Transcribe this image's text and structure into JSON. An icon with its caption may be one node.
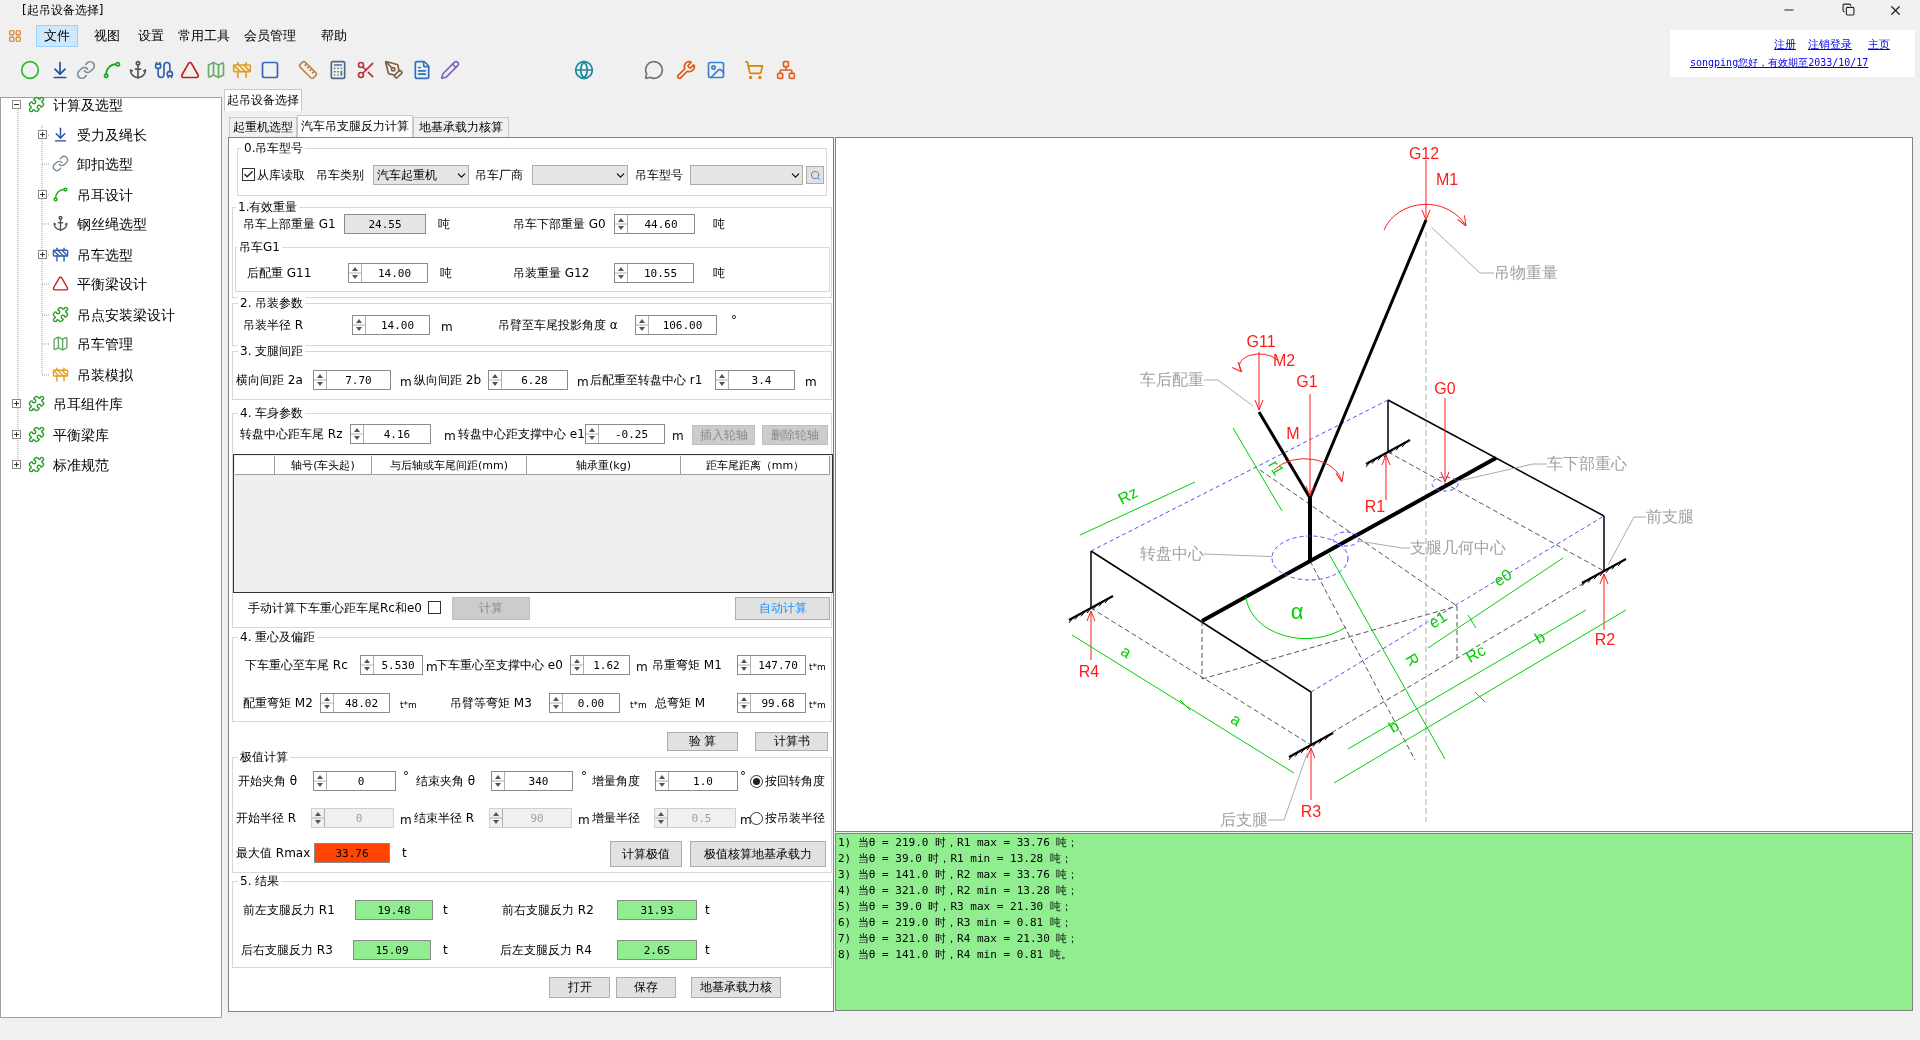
{
  "diagram": {
    "title": "[起吊设备选择]",
    "nodes": [
      {
        "text": [
          "吊物重量"
        ]
      },
      {
        "text": [
          "车后配重"
        ]
      },
      {
        "text": [
          "车下部重心"
        ]
      },
      {
        "text": [
          "前支腿"
        ]
      },
      {
        "text": [
          "支腿几何中心"
        ]
      },
      {
        "text": [
          "转盘中心"
        ]
      },
      {
        "text": [
          "后支腿"
        ]
      },
      {
        "text": [],
        "shape": "ellipse"
      },
      {
        "text": [],
        "shape": "ellipse"
      },
      {
        "text": [],
        "shape": "ellipse"
      }
    ],
    "edges": [
      {
        "from": 0,
        "to": null,
        "arrow": "none"
      },
      {
        "from": 1,
        "to": null,
        "arrow": "none"
      },
      {
        "from": 2,
        "to": 9,
        "arrow": "none"
      },
      {
        "from": 3,
        "to": null,
        "arrow": "none"
      },
      {
        "from": 4,
        "to": 8,
        "arrow": "none"
      },
      {
        "from": 5,
        "to": 7,
        "arrow": "none"
      },
      {
        "from": 6,
        "to": null,
        "arrow": "none"
      }
    ],
    "labels": [
      "文件",
      "视图",
      "设置",
      "常用工具",
      "会员管理",
      "帮助",
      "注册",
      "注销登录",
      "主页",
      "songping您好，有效期至2033/10/17",
      "计算及选型",
      "受力及绳长",
      "卸扣选型",
      "吊耳设计",
      "钢丝绳选型",
      "吊车选型",
      "平衡梁设计",
      "吊点安装梁设计",
      "吊车管理",
      "吊装模拟",
      "吊耳组件库",
      "平衡梁库",
      "标准规范",
      "起吊设备选择",
      "起重机选型",
      "汽车吊支腿反力计算",
      "地基承载力核算",
      "0.吊车型号",
      "从库读取",
      "吊车类别",
      "汽车起重机",
      "吊车厂商",
      "吊车型号",
      "1.有效重量",
      "吊车上部重量 G1",
      "24.55",
      "吨",
      "吊车下部重量 G0",
      "44.60",
      "吨",
      "吊车G1",
      "后配重 G11",
      "14.00",
      "吨",
      "吊装重量 G12",
      "10.55",
      "吨",
      "2. 吊装参数",
      "吊装半径 R",
      "14.00",
      "m",
      "吊臂至车尾投影角度 α",
      "106.00",
      "°",
      "3. 支腿间距",
      "横向间距 2a",
      "7.70",
      "m",
      "纵向间距 2b",
      "6.28",
      "m",
      "后配重至转盘中心 r1",
      "3.4",
      "m",
      "4. 车身参数",
      "转盘中心距车尾 Rz",
      "4.16",
      "m",
      "转盘中心距支撑中心 e1",
      "-0.25",
      "m",
      "插入轮轴",
      "删除轮轴",
      "轴号(车头起)",
      "与后轴或车尾间距(mm)",
      "轴承重(kg)",
      "距车尾距离（mm）",
      "手动计算下车重心距车尾Rc和e0",
      "计算",
      "自动计算",
      "4. 重心及偏距",
      "下车重心至车尾 Rc",
      "5.530",
      "m",
      "下车重心至支撑中心 e0",
      "1.62",
      "m",
      "吊重弯矩 M1",
      "147.70",
      "t*m",
      "配重弯矩 M2",
      "48.02",
      "t*m",
      "吊臂等弯矩 M3",
      "0.00",
      "t*m",
      "总弯矩 M",
      "99.68",
      "t*m",
      "验 算",
      "计算书",
      "极值计算",
      "开始夹角 θ",
      "0",
      "°",
      "结束夹角 θ",
      "340",
      "°",
      "增量角度",
      "1.0",
      "°",
      "按回转角度",
      "开始半径 R",
      "0",
      "m",
      "结束半径 R",
      "90",
      "m",
      "增量半径",
      "0.5",
      "m",
      "按吊装半径",
      "最大值 Rmax",
      "33.76",
      "t",
      "计算极值",
      "极值核算地基承载力",
      "5. 结果",
      "前左支腿反力 R1",
      "19.48",
      "t",
      "前右支腿反力 R2",
      "31.93",
      "t",
      "后右支腿反力 R3",
      "15.09",
      "t",
      "后左支腿反力 R4",
      "2.65",
      "t",
      "打开",
      "保存",
      "地基承载力核",
      "G12",
      "M1",
      "G11",
      "M2",
      "G1",
      "M",
      "G0",
      "R1",
      "R2",
      "R3",
      "R4",
      "Rz",
      "r1",
      "a",
      "a",
      "R",
      "α",
      "e1",
      "e0",
      "Rc",
      "b",
      "b",
      "1) 当θ = 219.0 时，R1 max = 33.76 吨；",
      "2) 当θ = 39.0 时，R1 min = 13.28 吨；",
      "3) 当θ = 141.0 时，R2 max = 33.76 吨；",
      "4) 当θ = 321.0 时，R2 min = 13.28 吨；",
      "5) 当θ = 39.0 时，R3 max = 21.30 吨；",
      "6) 当θ = 219.0 时，R3 min = 0.81 吨；",
      "7) 当θ = 321.0 时，R4 max = 21.30 吨；",
      "8) 当θ = 141.0 时，R4 min = 0.81 吨。"
    ]
  }
}
